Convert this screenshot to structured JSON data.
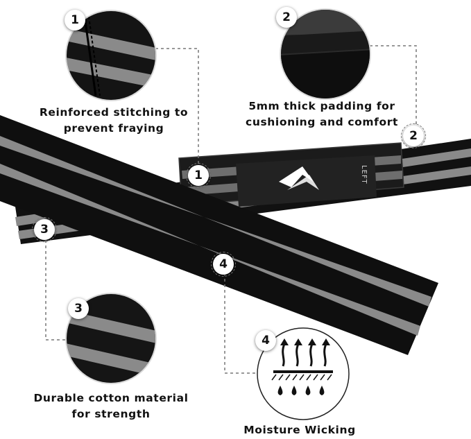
{
  "callouts": [
    {
      "number": "1",
      "lines": [
        "Reinforced stitching to",
        "prevent fraying"
      ]
    },
    {
      "number": "2",
      "lines": [
        "5mm thick padding for",
        "cushioning and comfort"
      ]
    },
    {
      "number": "3",
      "lines": [
        "Durable cotton material",
        "for strength"
      ]
    },
    {
      "number": "4",
      "lines": [
        "Moisture Wicking"
      ]
    }
  ],
  "strap_label": "LEFT",
  "icons": {
    "brand_logo": "brand-logo-icon",
    "moisture": "moisture-wicking-icon"
  },
  "colors": {
    "strap_black": "#111111",
    "stripe_gray": "#8a8a8a",
    "pad_black": "#1b1b1b",
    "dashed_line": "#777777",
    "text": "#111111"
  }
}
